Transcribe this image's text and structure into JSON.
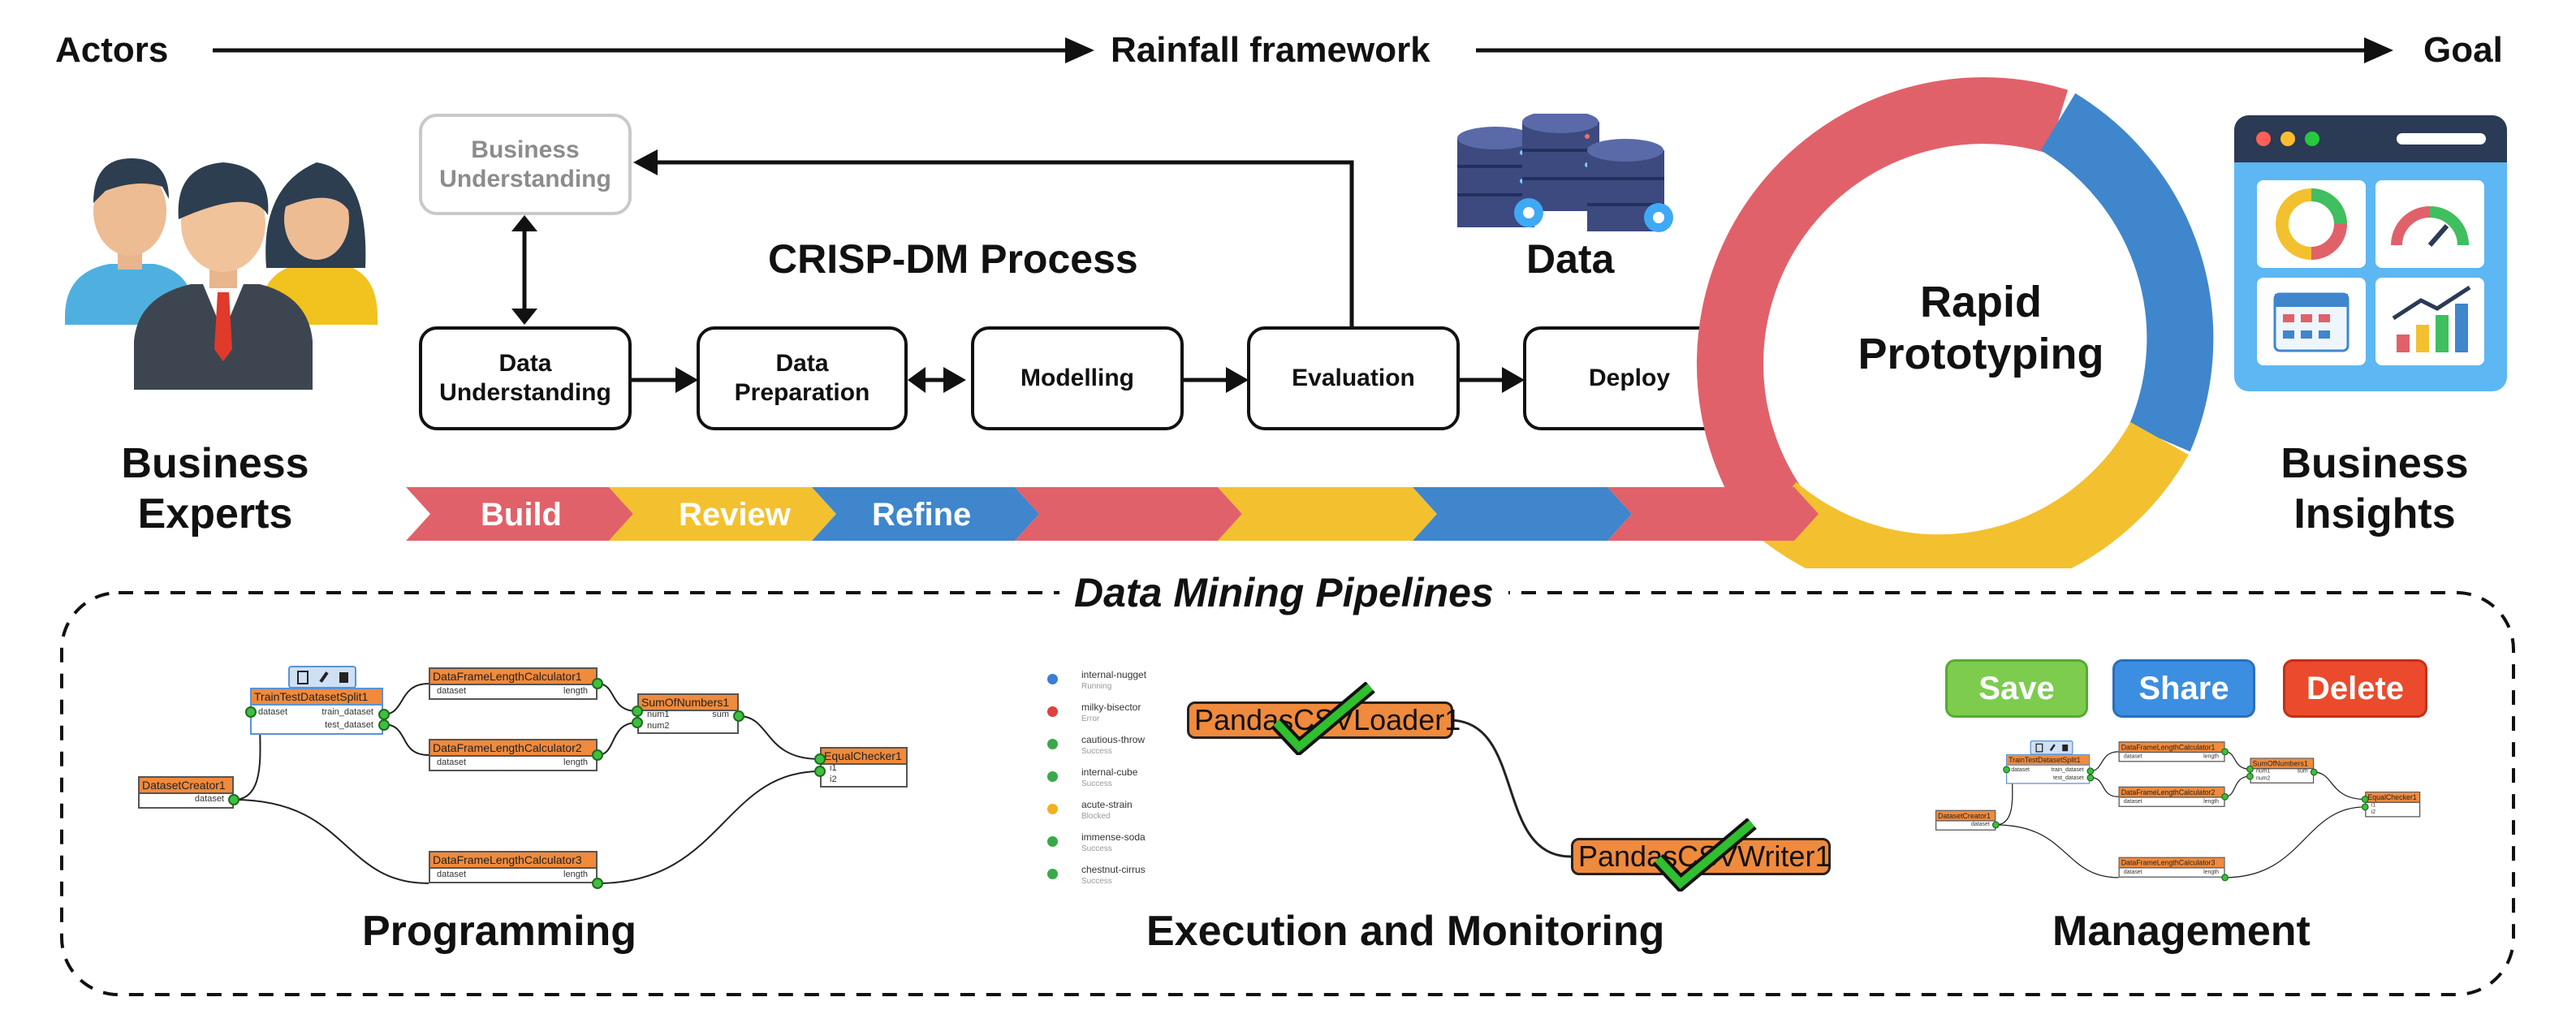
{
  "header": {
    "actors": "Actors",
    "framework": "Rainfall framework",
    "goal": "Goal"
  },
  "left": {
    "title_line1": "Business",
    "title_line2": "Experts"
  },
  "right": {
    "title_line1": "Business",
    "title_line2": "Insights"
  },
  "crisp": {
    "title": "CRISP-DM Process",
    "business_line1": "Business",
    "business_line2": "Understanding",
    "steps": [
      {
        "l1": "Data",
        "l2": "Understanding"
      },
      {
        "l1": "Data",
        "l2": "Preparation"
      },
      {
        "l1": "Modelling",
        "l2": ""
      },
      {
        "l1": "Evaluation",
        "l2": ""
      },
      {
        "l1": "Deploy",
        "l2": ""
      }
    ]
  },
  "data_label": "Data",
  "cycle": {
    "line1": "Rapid",
    "line2": "Prototyping"
  },
  "band": {
    "build": "Build",
    "review": "Review",
    "refine": "Refine"
  },
  "colors": {
    "red": "#e1616a",
    "yellow": "#f3c12f",
    "blue": "#3f86cc",
    "orange": "#f08a3c",
    "green_btn": "#7dcc4e",
    "blue_btn": "#3c8ee0",
    "red_btn": "#ec4a2c"
  },
  "pipelines": {
    "title": "Data Mining Pipelines",
    "programming": "Programming",
    "execution": "Execution and Monitoring",
    "management": "Management"
  },
  "graph": {
    "nodes": {
      "creator": {
        "title": "DatasetCreator1",
        "out": "dataset"
      },
      "split": {
        "title": "TrainTestDatasetSplit1",
        "in": "dataset",
        "out1": "train_dataset",
        "out2": "test_dataset"
      },
      "len1": {
        "title": "DataFrameLengthCalculator1",
        "in": "dataset",
        "out": "length"
      },
      "len2": {
        "title": "DataFrameLengthCalculator2",
        "in": "dataset",
        "out": "length"
      },
      "len3": {
        "title": "DataFrameLengthCalculator3",
        "in": "dataset",
        "out": "length"
      },
      "sum": {
        "title": "SumOfNumbers1",
        "in1": "num1",
        "in2": "num2",
        "out": "sum"
      },
      "eq": {
        "title": "EqualChecker1",
        "in1": "i1",
        "in2": "i2"
      }
    }
  },
  "runs": [
    {
      "name": "internal-nugget",
      "status": "Running",
      "color": "#3b7dd8"
    },
    {
      "name": "milky-bisector",
      "status": "Error",
      "color": "#e04040"
    },
    {
      "name": "cautious-throw",
      "status": "Success",
      "color": "#3aa84a"
    },
    {
      "name": "internal-cube",
      "status": "Success",
      "color": "#3aa84a"
    },
    {
      "name": "acute-strain",
      "status": "Blocked",
      "color": "#f0b020"
    },
    {
      "name": "immense-soda",
      "status": "Success",
      "color": "#3aa84a"
    },
    {
      "name": "chestnut-cirrus",
      "status": "Success",
      "color": "#3aa84a"
    }
  ],
  "exec_nodes": {
    "loader": "PandasCSVLoader1",
    "writer": "PandasCSVWriter1"
  },
  "buttons": {
    "save": "Save",
    "share": "Share",
    "delete": "Delete"
  }
}
